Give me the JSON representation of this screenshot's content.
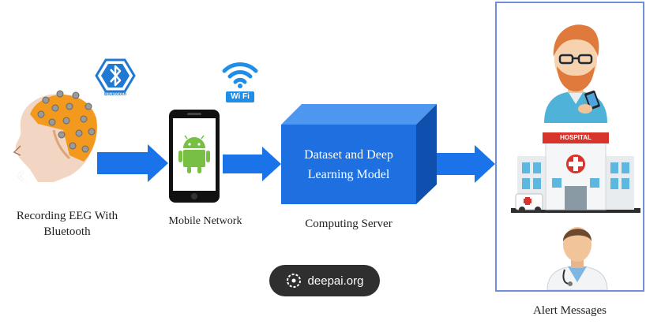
{
  "nodes": {
    "eeg": {
      "caption_line1": "Recording EEG With",
      "caption_line2": "Bluetooth",
      "bluetooth_badge": "Bluetooth"
    },
    "mobile": {
      "caption": "Mobile Network",
      "wifi_badge": "Wi Fi"
    },
    "server": {
      "line1": "Dataset and Deep",
      "line2": "Learning Model",
      "caption": "Computing Server"
    },
    "alerts": {
      "caption": "Alert Messages",
      "hospital_sign": "HOSPITAL"
    }
  },
  "watermark": {
    "text": "deepai.org"
  },
  "colors": {
    "arrow": "#1a73e8",
    "server_front": "#1e6fe0",
    "panel_border": "#6f8fd8"
  },
  "icons": [
    "bluetooth-icon",
    "wifi-icon",
    "android-icon",
    "eeg-cap-icon",
    "doctor-phone-icon",
    "hospital-icon",
    "doctor-icon"
  ]
}
